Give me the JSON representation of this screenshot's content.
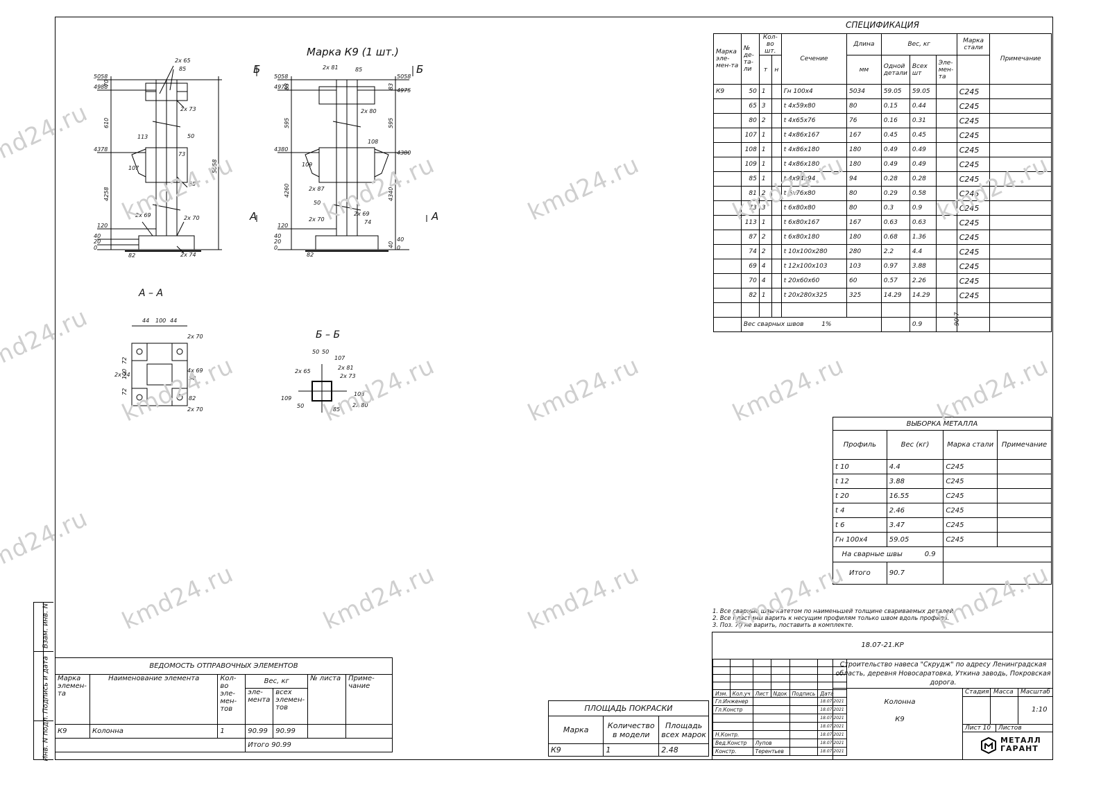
{
  "watermark": "kmd24.ru",
  "drawing": {
    "title": "Марка К9 (1 шт.)",
    "section_aa": "А – А",
    "section_bb": "Б – Б",
    "cut_a": "А",
    "cut_b": "Б",
    "left_view_levels": [
      "5058",
      "4988",
      "4378",
      "120",
      "40",
      "20",
      "0"
    ],
    "right_view_levels": [
      "5058",
      "4975",
      "4380",
      "120",
      "40",
      "20",
      "0"
    ],
    "left_callouts": [
      "2x 65",
      "85",
      "2x 73",
      "50",
      "113",
      "107",
      "73",
      "65",
      "2x 69",
      "2x 70",
      "82",
      "2x 74"
    ],
    "right_callouts": [
      "2x 81",
      "85",
      "2x 80",
      "108",
      "109",
      "2x 87",
      "50",
      "2x 69",
      "74",
      "2x 70",
      "82"
    ],
    "left_dims": [
      "70",
      "610",
      "4258",
      "5058"
    ],
    "right_dims": [
      "83",
      "595",
      "4260",
      "4340",
      "595",
      "83",
      "40"
    ],
    "aa_callouts": [
      "44",
      "100",
      "44",
      "2x 70",
      "72",
      "100",
      "72",
      "2x 74",
      "4x 69",
      "50",
      "82",
      "2x 70"
    ],
    "bb_callouts": [
      "50",
      "50",
      "107",
      "2x 81",
      "2x 65",
      "2x 73",
      "109",
      "108",
      "50",
      "85",
      "2x 80"
    ]
  },
  "specification": {
    "title": "СПЕЦИФИКАЦИЯ",
    "headers": {
      "mark": "Марка эле-мен-та",
      "num": "№ де-та-ли",
      "qty": "Кол-во шт.",
      "qty_t": "т",
      "qty_n": "н",
      "section": "Сечение",
      "length": "Длина",
      "length_unit": "мм",
      "weight": "Вес, кг",
      "weight_one": "Одной детали",
      "weight_all": "Всех шт",
      "weight_elem": "Эле-мен-та",
      "steel": "Марка стали",
      "note": "Примечание"
    },
    "element_mark": "К9",
    "element_weight": "90.7",
    "rows": [
      {
        "n": "50",
        "q": "1",
        "sec": "Гн  100х4",
        "len": "5034",
        "w1": "59.05",
        "wa": "59.05",
        "st": "С245"
      },
      {
        "n": "65",
        "q": "3",
        "sec": "t 4х59х80",
        "len": "80",
        "w1": "0.15",
        "wa": "0.44",
        "st": "С245"
      },
      {
        "n": "80",
        "q": "2",
        "sec": "t 4х65х76",
        "len": "76",
        "w1": "0.16",
        "wa": "0.31",
        "st": "С245"
      },
      {
        "n": "107",
        "q": "1",
        "sec": "t 4х86х167",
        "len": "167",
        "w1": "0.45",
        "wa": "0.45",
        "st": "С245"
      },
      {
        "n": "108",
        "q": "1",
        "sec": "t 4х86х180",
        "len": "180",
        "w1": "0.49",
        "wa": "0.49",
        "st": "С245"
      },
      {
        "n": "109",
        "q": "1",
        "sec": "t 4х86х180",
        "len": "180",
        "w1": "0.49",
        "wa": "0.49",
        "st": "С245"
      },
      {
        "n": "85",
        "q": "1",
        "sec": "t 4х94х94",
        "len": "94",
        "w1": "0.28",
        "wa": "0.28",
        "st": "С245"
      },
      {
        "n": "81",
        "q": "2",
        "sec": "t 6х76х80",
        "len": "80",
        "w1": "0.29",
        "wa": "0.58",
        "st": "С245"
      },
      {
        "n": "73",
        "q": "3",
        "sec": "t 6х80х80",
        "len": "80",
        "w1": "0.3",
        "wa": "0.9",
        "st": "С245"
      },
      {
        "n": "113",
        "q": "1",
        "sec": "t 6х80х167",
        "len": "167",
        "w1": "0.63",
        "wa": "0.63",
        "st": "С245"
      },
      {
        "n": "87",
        "q": "2",
        "sec": "t 6х80х180",
        "len": "180",
        "w1": "0.68",
        "wa": "1.36",
        "st": "С245"
      },
      {
        "n": "74",
        "q": "2",
        "sec": "t 10х100х280",
        "len": "280",
        "w1": "2.2",
        "wa": "4.4",
        "st": "С245"
      },
      {
        "n": "69",
        "q": "4",
        "sec": "t 12х100х103",
        "len": "103",
        "w1": "0.97",
        "wa": "3.88",
        "st": "С245"
      },
      {
        "n": "70",
        "q": "4",
        "sec": "t 20х60х60",
        "len": "60",
        "w1": "0.57",
        "wa": "2.26",
        "st": "С245"
      },
      {
        "n": "82",
        "q": "1",
        "sec": "t 20х280х325",
        "len": "325",
        "w1": "14.29",
        "wa": "14.29",
        "st": "С245"
      }
    ],
    "weld_label": "Вес сварных швов",
    "weld_pct": "1%",
    "weld_weight": "0.9"
  },
  "metal": {
    "title": "ВЫБОРКА МЕТАЛЛА",
    "headers": {
      "profile": "Профиль",
      "weight": "Вес (кг)",
      "steel": "Марка стали",
      "note": "Примечание"
    },
    "rows": [
      {
        "p": "t 10",
        "w": "4.4",
        "s": "С245"
      },
      {
        "p": "t 12",
        "w": "3.88",
        "s": "С245"
      },
      {
        "p": "t 20",
        "w": "16.55",
        "s": "С245"
      },
      {
        "p": "t 4",
        "w": "2.46",
        "s": "С245"
      },
      {
        "p": "t 6",
        "w": "3.47",
        "s": "С245"
      },
      {
        "p": "Гн  100х4",
        "w": "59.05",
        "s": "С245"
      }
    ],
    "weld_label": "На сварные швы",
    "weld_value": "0.9",
    "total_label": "Итого",
    "total_value": "90.7"
  },
  "notes": [
    "1. Все сварные швы катетом по наименьшей толщине свариваемых деталей.",
    "2. Все пластины варить к несущим профилям только швом вдоль профиля.",
    "3. Поз. 70 не варить, поставить в комплекте."
  ],
  "shipping": {
    "title": "ВЕДОМОСТЬ ОТПРАВОЧНЫХ ЭЛЕМЕНТОВ",
    "headers": {
      "mark": "Марка элемен-та",
      "name": "Наименование элемента",
      "qty": "Кол-во эле-мен-тов",
      "weight": "Вес, кг",
      "w_el": "эле-мента",
      "w_all": "всех элемен-тов",
      "sheet": "№ листа",
      "note": "Приме-чание"
    },
    "row": {
      "mark": "К9",
      "name": "Колонна",
      "qty": "1",
      "w_el": "90.99",
      "w_all": "90.99"
    },
    "total": "Итого  90.99"
  },
  "paint": {
    "title": "ПЛОЩАДЬ ПОКРАСКИ",
    "headers": {
      "mark": "Марка",
      "qty": "Количество в модели",
      "area": "Площадь всех марок"
    },
    "row": {
      "mark": "К9",
      "qty": "1",
      "area": "2.48"
    }
  },
  "titleblock": {
    "code": "18.07-21.КР",
    "project": "Строительство навеса \"Скрудж\" по адресу Ленинградская область, деревня Новосаратовка, Уткина заводь, Покровская дорога.",
    "object": "Колонна",
    "mark": "К9",
    "headers": {
      "izm": "Изм.",
      "kol": "Кол.уч",
      "list": "Лист",
      "ndok": "Nдок",
      "sign": "Подпись",
      "date": "Дата"
    },
    "roles": [
      {
        "role": "Гл.Инженер",
        "name": "",
        "date": "18.07.2021"
      },
      {
        "role": "Гл.Констр",
        "name": "",
        "date": "18.07.2021"
      },
      {
        "role": "",
        "name": "",
        "date": "18.07.2021"
      },
      {
        "role": "",
        "name": "",
        "date": "18.07.2021"
      },
      {
        "role": "Н.Контр.",
        "name": "",
        "date": "18.07.2021"
      },
      {
        "role": "Вед.Констр",
        "name": "Лупов",
        "date": "18.07.2021"
      },
      {
        "role": "Констр.",
        "name": "Терентьев",
        "date": "18.07.2021"
      }
    ],
    "stage_label": "Стадия",
    "mass_label": "Масса",
    "scale_label": "Масштаб",
    "scale": "1:10",
    "sheet_label": "Лист 10",
    "sheets_label": "Листов",
    "logo_line1": "МЕТАЛЛ",
    "logo_line2": "ГАРАНТ"
  },
  "side_stamps": [
    "Взам. инв. N",
    "Подпись и дата",
    "Инв. N подл."
  ]
}
